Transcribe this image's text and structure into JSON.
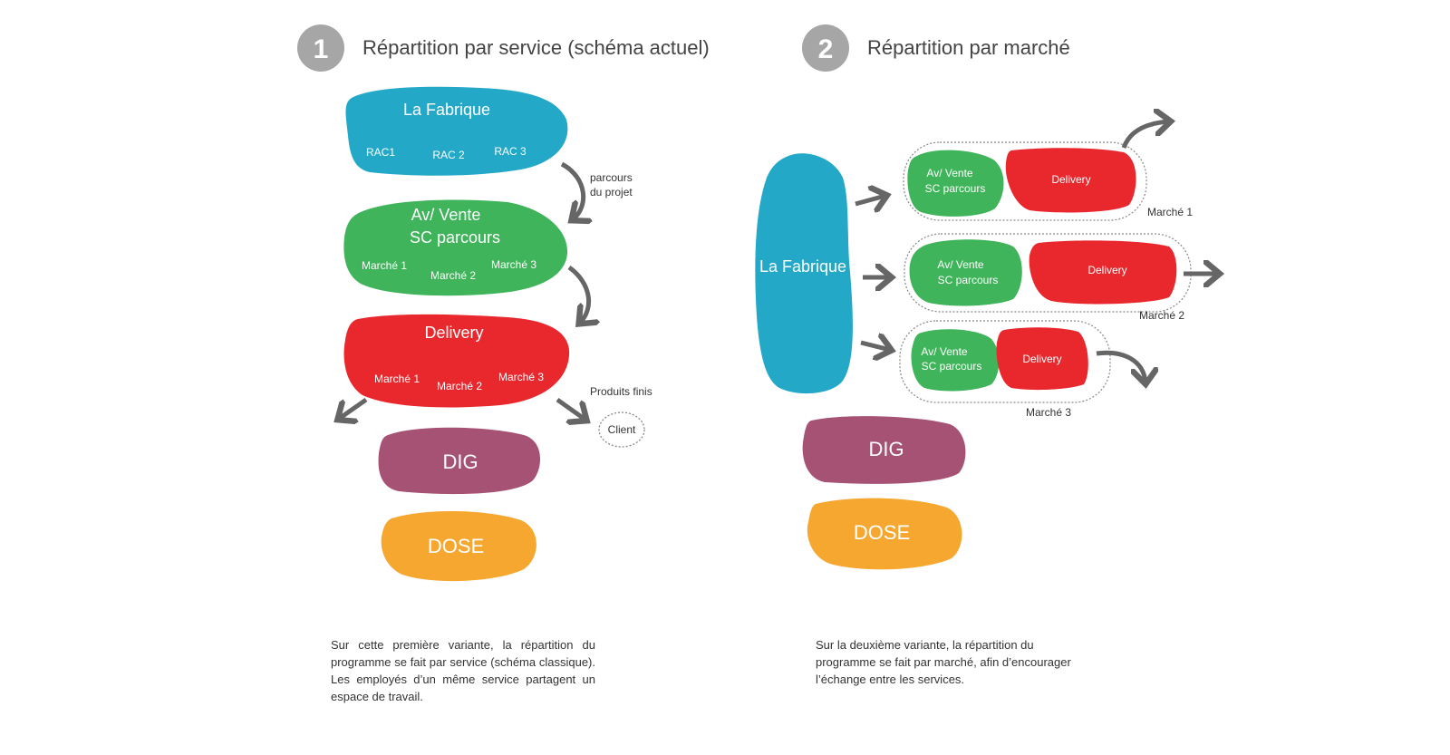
{
  "colors": {
    "fabrique": "#23a8c8",
    "av_vente": "#3fb45a",
    "delivery": "#e8282d",
    "dig": "#a65274",
    "dose": "#f6a72f",
    "arrow": "#666666",
    "badge": "#a6a6a6"
  },
  "variant1": {
    "number": "1",
    "title": "Répartition par service (schéma actuel)",
    "fabrique": {
      "label": "La Fabrique",
      "rac": [
        "RAC1",
        "RAC 2",
        "RAC 3"
      ]
    },
    "av_vente": {
      "label_line1": "Av/ Vente",
      "label_line2": "SC parcours",
      "marches": [
        "Marché 1",
        "Marché 2",
        "Marché 3"
      ]
    },
    "delivery": {
      "label": "Delivery",
      "marches": [
        "Marché 1",
        "Marché 2",
        "Marché 3"
      ]
    },
    "dig": "DIG",
    "dose": "DOSE",
    "parcours_line1": "parcours",
    "parcours_line2": "du projet",
    "produits_finis": "Produits finis",
    "client": "Client",
    "description": "Sur cette première variante, la répartition du programme se fait par service (schéma classique). Les employés d’un même service partagent un espace de travail."
  },
  "variant2": {
    "number": "2",
    "title": "Répartition par marché",
    "fabrique": "La Fabrique",
    "groups": [
      {
        "av_line1": "Av/ Vente",
        "av_line2": "SC parcours",
        "delivery": "Delivery",
        "marche": "Marché 1"
      },
      {
        "av_line1": "Av/ Vente",
        "av_line2": "SC parcours",
        "delivery": "Delivery",
        "marche": "Marché 2"
      },
      {
        "av_line1": "Av/ Vente",
        "av_line2": "SC parcours",
        "delivery": "Delivery",
        "marche": "Marché 3"
      }
    ],
    "dig": "DIG",
    "dose": "DOSE",
    "description": "Sur la deuxième variante, la répartition du programme se fait par marché, afin d’encourager l’échange entre les services."
  }
}
